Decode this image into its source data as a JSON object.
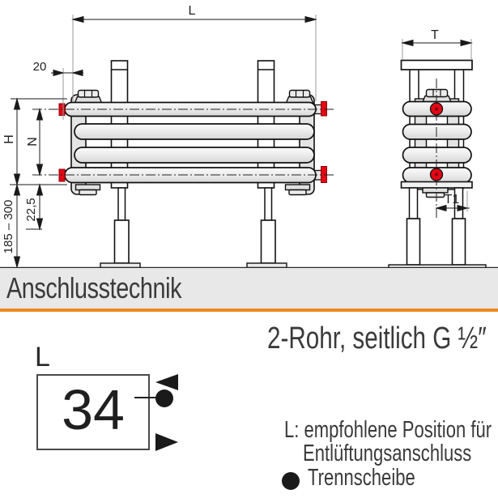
{
  "drawing": {
    "dimensions": {
      "L": "L",
      "overhang": "20",
      "H": "H",
      "N": "N",
      "bottom_offset": "22,5",
      "leg_range": "185 – 300",
      "T": "T",
      "T1": "T1"
    }
  },
  "section": {
    "title": "Anschlusstechnik"
  },
  "connection": {
    "heading": "2-Rohr, seitlich G ½″",
    "card": {
      "label": "L",
      "value": "34"
    },
    "legend": {
      "vent_line1": "L: empfohlene Position für",
      "vent_line2": "Entlüftungsanschluss",
      "disc_label": "Trennscheibe"
    }
  },
  "colors": {
    "accent_orange": "#ee8a1e",
    "connection_red": "#e30613",
    "band_gray": "#e8e8e8"
  }
}
